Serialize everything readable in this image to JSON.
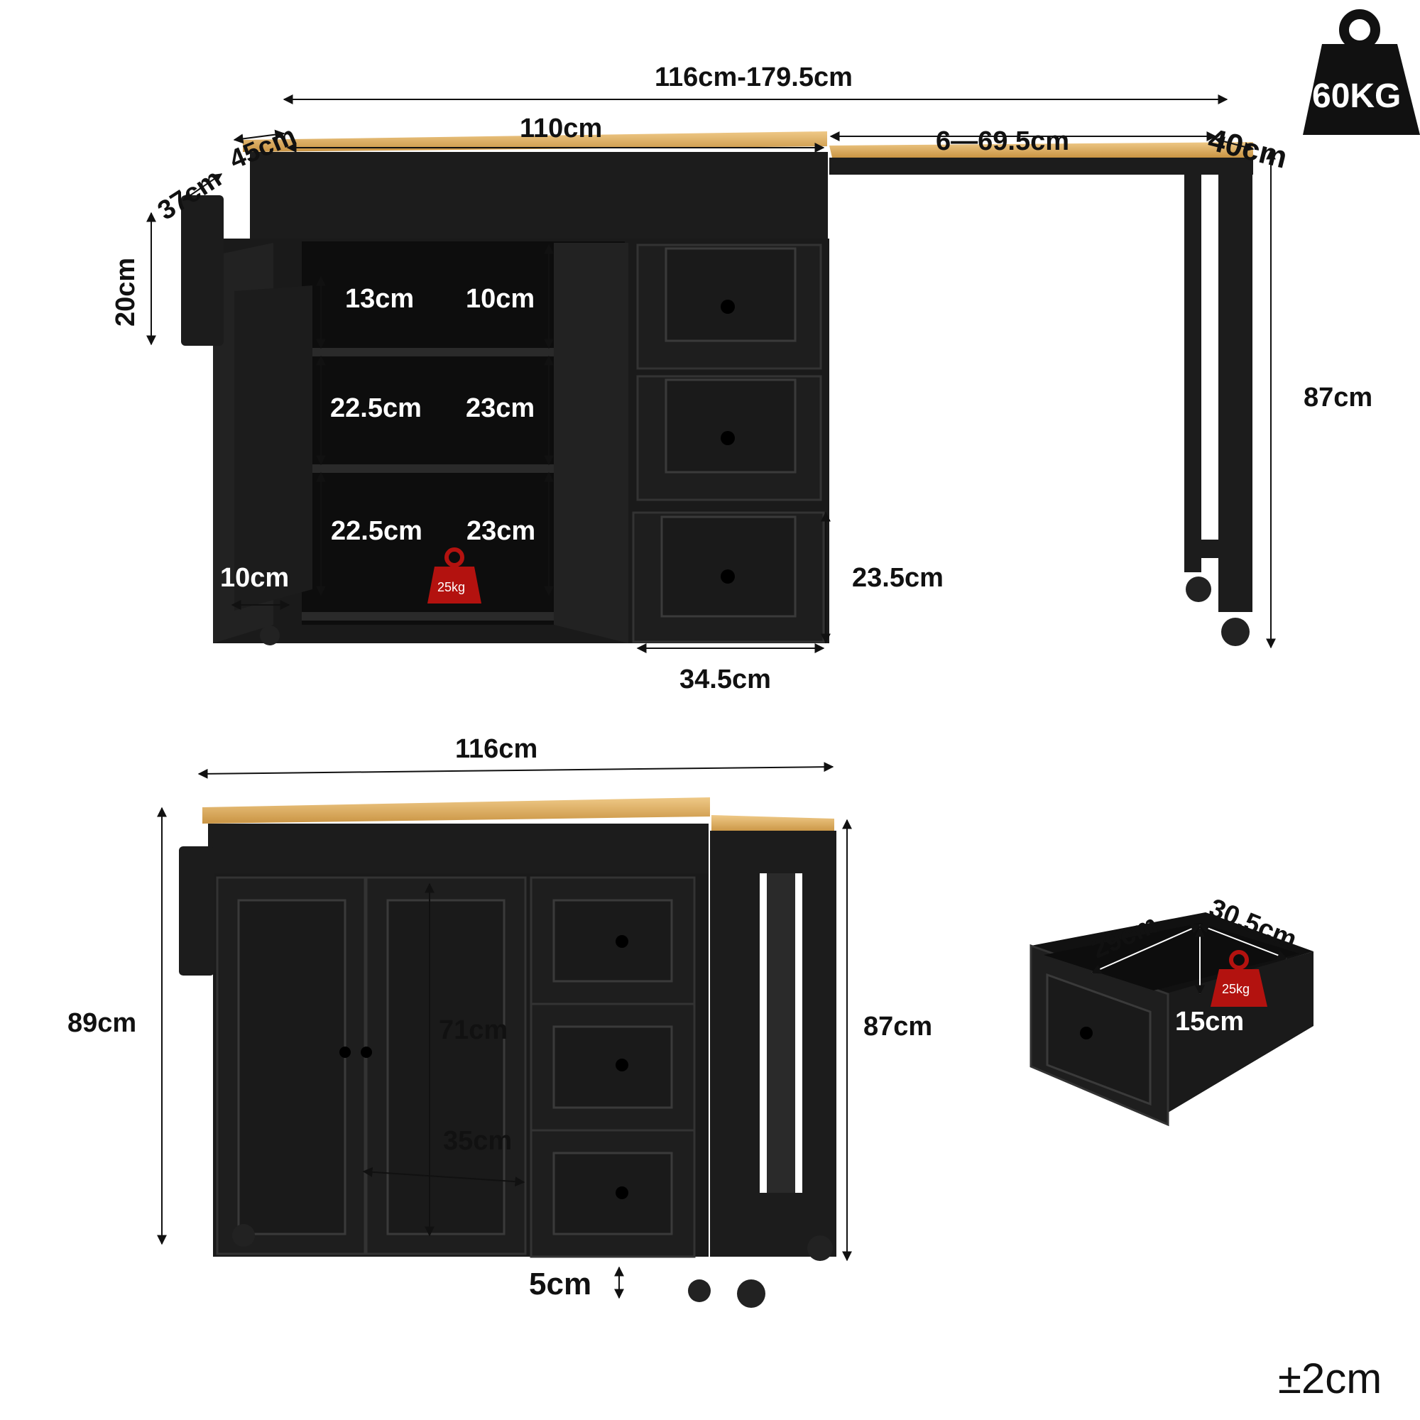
{
  "weight_badge": {
    "label": "60KG",
    "icon": "weight-icon"
  },
  "tolerance": "±2cm",
  "top_view": {
    "total_length": "116cm-179.5cm",
    "main_top": "110cm",
    "extension": "6—69.5cm",
    "extension_depth": "40cm",
    "side_shelf_depth": "45cm",
    "towel_rack_depth": "37cm",
    "towel_rack_height": "20cm",
    "shelf_top_left": "13cm",
    "shelf_top_right": "10cm",
    "shelf_mid_left": "22.5cm",
    "shelf_mid_right": "23cm",
    "shelf_low_left": "22.5cm",
    "shelf_low_right": "23cm",
    "door_rack_width": "10cm",
    "shelf_load": "25kg",
    "drawer_height": "23.5cm",
    "drawer_width": "34.5cm",
    "height": "87cm"
  },
  "front_view": {
    "width": "116cm",
    "total_height": "89cm",
    "counter_height": "87cm",
    "door_height": "71cm",
    "door_width": "35cm",
    "caster_height": "5cm"
  },
  "drawer_detail": {
    "width": "29cm",
    "depth": "30.5cm",
    "height": "15cm",
    "load": "25kg"
  },
  "colors": {
    "cabinet": "#1c1c1c",
    "wood": "#e3b76b",
    "load_badge": "#b3120f",
    "ink": "#111111"
  }
}
